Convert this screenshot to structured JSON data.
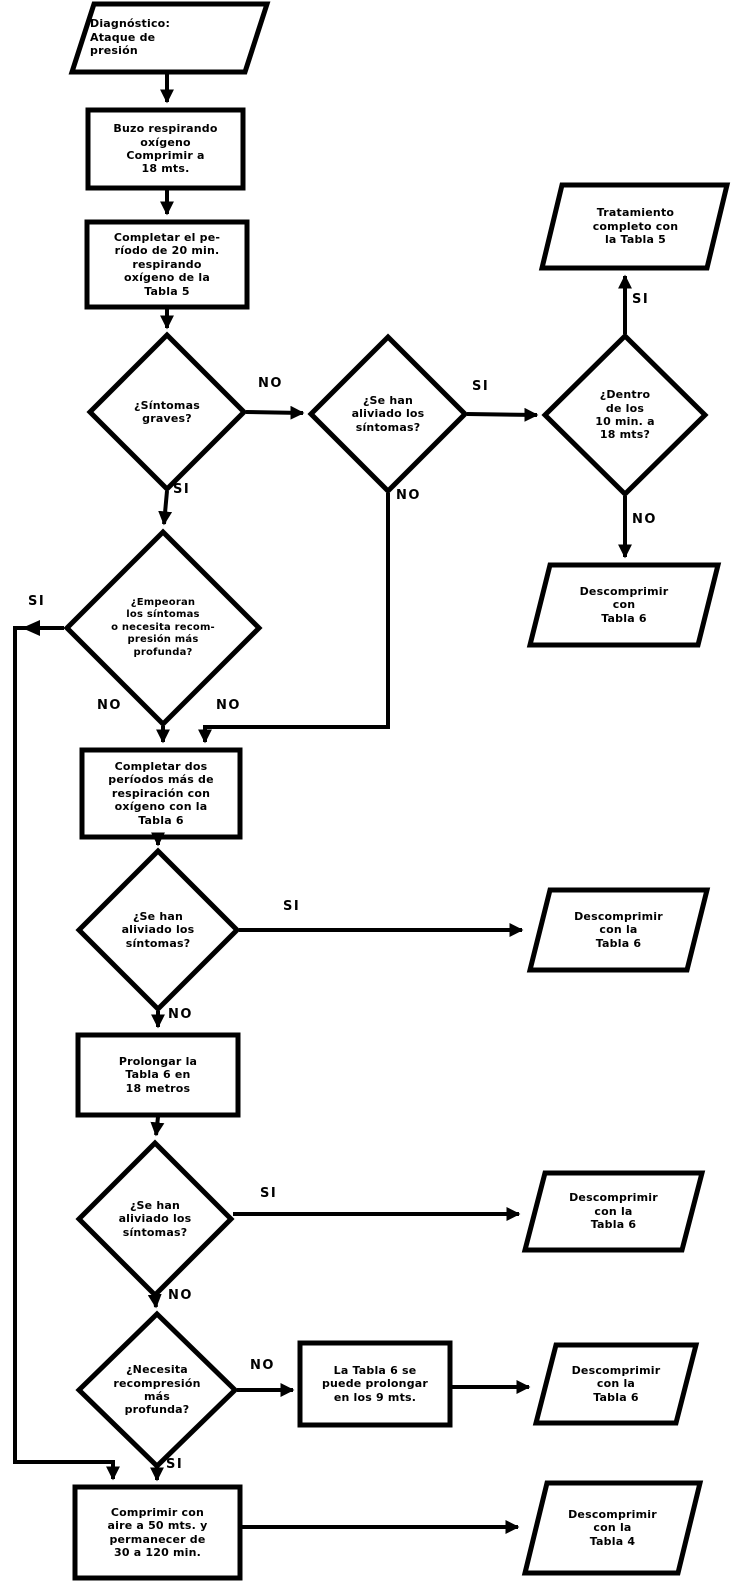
{
  "diagram": {
    "kind": "flowchart",
    "language": "es",
    "ink_color": "#000000",
    "background_color": "#ffffff"
  },
  "nodes": [
    {
      "id": "start",
      "type": "parallelogram",
      "label": "Diagnóstico:\nAtaque de\npresión"
    },
    {
      "id": "box1",
      "type": "process",
      "label": "Buzo respirando\noxígeno\nComprimir a\n18 mts."
    },
    {
      "id": "box2",
      "type": "process",
      "label": "Completar el pe-\nríodo de 20 min.\nrespirando\noxígeno de la\nTabla 5"
    },
    {
      "id": "d1",
      "type": "decision",
      "label": "¿Síntomas\ngraves?"
    },
    {
      "id": "d2",
      "type": "decision",
      "label": "¿Se han\naliviado los\nsíntomas?"
    },
    {
      "id": "d3",
      "type": "decision",
      "label": "¿Dentro\nde los\n10 min. a\n18 mts?"
    },
    {
      "id": "p2",
      "type": "parallelogram",
      "label": "Tratamiento\ncompleto con\nla Tabla 5"
    },
    {
      "id": "p3",
      "type": "parallelogram",
      "label": "Descomprimir\ncon\nTabla 6"
    },
    {
      "id": "d4",
      "type": "decision",
      "label": "¿Empeoran\nlos síntomas\no necesita recom-\npresión más\nprofunda?"
    },
    {
      "id": "box3",
      "type": "process",
      "label": "Completar dos\nperíodos más de\nrespiración con\noxígeno con la\nTabla 6"
    },
    {
      "id": "d5",
      "type": "decision",
      "label": "¿Se han\naliviado los\nsíntomas?"
    },
    {
      "id": "p4",
      "type": "parallelogram",
      "label": "Descomprimir\ncon la\nTabla 6"
    },
    {
      "id": "box4",
      "type": "process",
      "label": "Prolongar la\nTabla 6 en\n18 metros"
    },
    {
      "id": "d6",
      "type": "decision",
      "label": "¿Se han\naliviado los\nsíntomas?"
    },
    {
      "id": "p5",
      "type": "parallelogram",
      "label": "Descomprimir\ncon la\nTabla 6"
    },
    {
      "id": "d7",
      "type": "decision",
      "label": "¿Necesita\nrecompresión\nmás\nprofunda?"
    },
    {
      "id": "box5",
      "type": "process",
      "label": "La Tabla 6 se\npuede prolongar\nen los 9 mts."
    },
    {
      "id": "p6",
      "type": "parallelogram",
      "label": "Descomprimir\ncon la\nTabla 6"
    },
    {
      "id": "box6",
      "type": "process",
      "label": "Comprimir con\naire a 50 mts. y\npermanecer de\n30 a 120 min."
    },
    {
      "id": "p7",
      "type": "parallelogram",
      "label": "Descomprimir\ncon la\nTabla 4"
    }
  ],
  "edge_labels": [
    {
      "text": "NO"
    },
    {
      "text": "SI"
    },
    {
      "text": "SI"
    },
    {
      "text": "NO"
    },
    {
      "text": "SI"
    },
    {
      "text": "NO"
    },
    {
      "text": "SI"
    },
    {
      "text": "NO"
    },
    {
      "text": "NO"
    },
    {
      "text": "SI"
    },
    {
      "text": "NO"
    },
    {
      "text": "SI"
    },
    {
      "text": "NO"
    },
    {
      "text": "NO"
    },
    {
      "text": "SI"
    }
  ]
}
